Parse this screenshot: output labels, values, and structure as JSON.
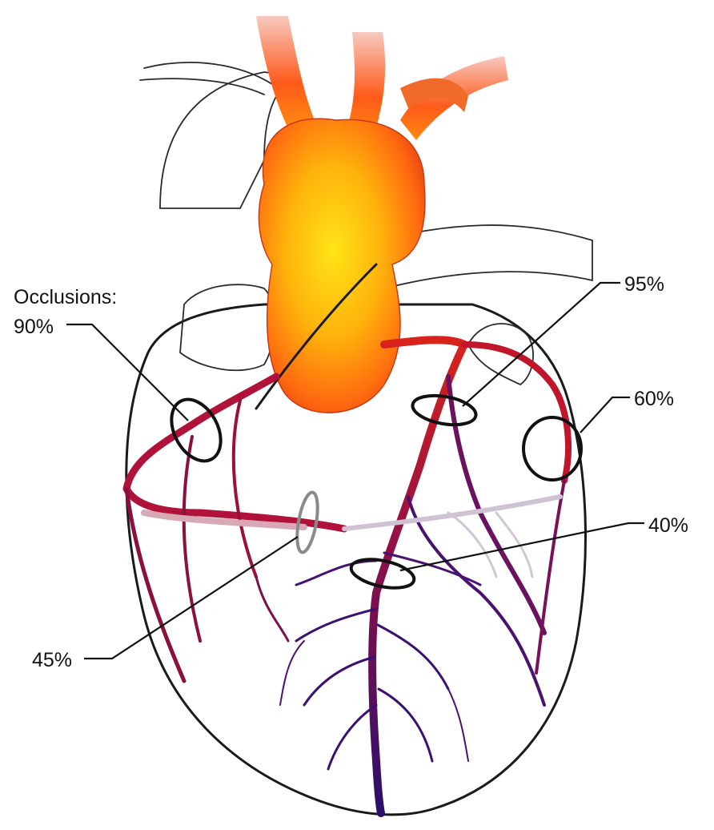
{
  "figure": {
    "heading": "Occlusions:",
    "occlusions": [
      {
        "label": "90%"
      },
      {
        "label": "95%"
      },
      {
        "label": "60%"
      },
      {
        "label": "40%"
      },
      {
        "label": "45%"
      }
    ]
  }
}
